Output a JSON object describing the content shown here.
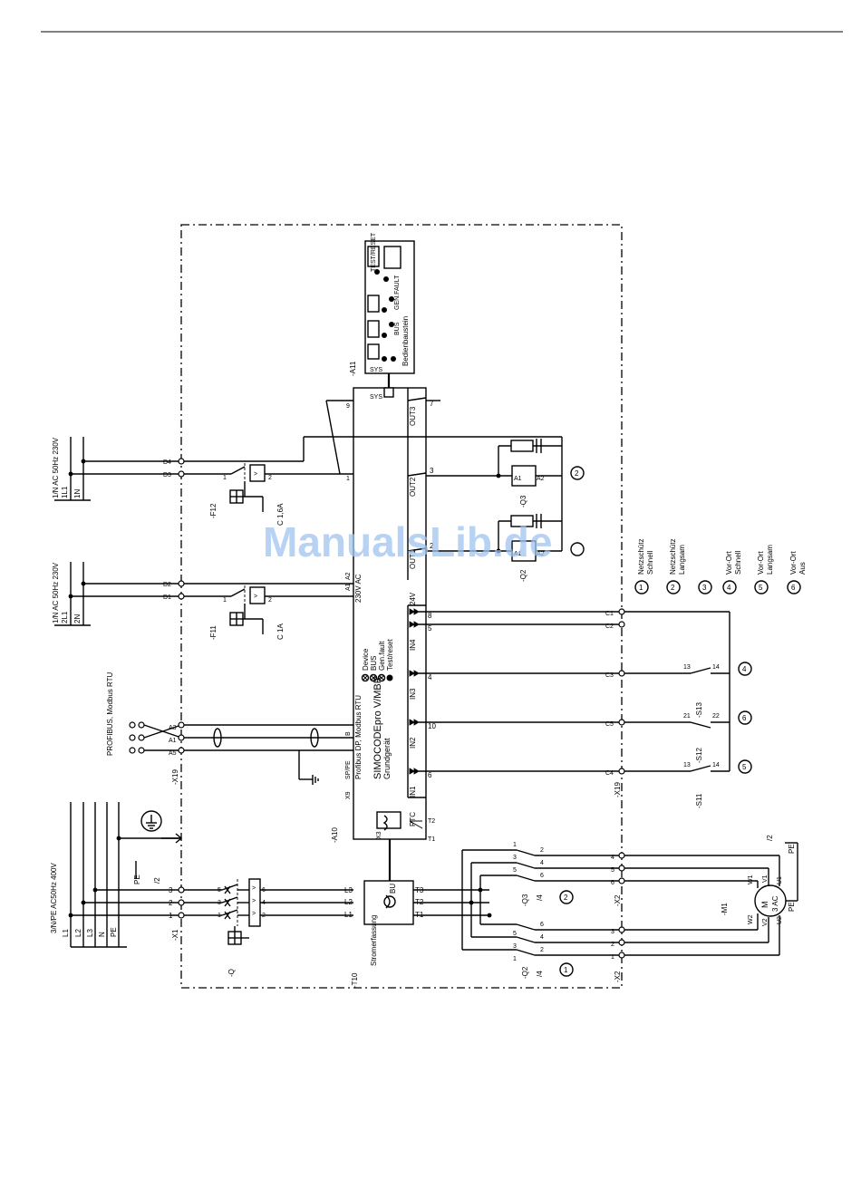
{
  "watermark": "ManualsLib.de",
  "supplies": {
    "main": "3/N/PE AC50Hz 400V",
    "phases": [
      "L1",
      "L2",
      "L3",
      "N",
      "PE"
    ],
    "ctrl1": "1/N AC 50Hz 230V",
    "ctrl1_lines": [
      "2L1",
      "2N"
    ],
    "ctrl2": "1/N AC 50Hz 230V",
    "ctrl2_lines": [
      "1L1",
      "1N"
    ],
    "profibus": "PROFIBUS, Modbus RTU"
  },
  "terminals": {
    "x1": "-X1",
    "x1_nums": [
      "1",
      "2",
      "3"
    ],
    "x19": "-X19",
    "x19_pins": [
      "A5",
      "A1",
      "A3"
    ],
    "d_terms": [
      "D1",
      "D2",
      "D3",
      "D4"
    ],
    "pe_ref": "PE",
    "pe_page": "/2",
    "pe_ref2": "PE",
    "pe_page2": "/2"
  },
  "components": {
    "q": "-Q",
    "q_nums": [
      "1",
      "3",
      "5",
      "2",
      "4",
      "6"
    ],
    "t10": "-T10",
    "t10_name": "Stromerfassung",
    "t10_in": [
      "L1",
      "L2",
      "L3"
    ],
    "t10_out": [
      "T1",
      "T2",
      "T3"
    ],
    "t10_bu": "BU",
    "a10": "-A10",
    "a11": "-A11",
    "f11": "-F11",
    "f11_rating": "C 1A",
    "f12": "-F12",
    "f12_rating": "C 1,6A",
    "q2": "-Q2",
    "q3": "-Q3",
    "q2_coil": [
      "A1",
      "A2"
    ],
    "q3_coil": [
      "A1",
      "A2"
    ],
    "m1": "-M1",
    "m1_symbol": "M",
    "m1_type": "3 AC",
    "m1_terms": [
      "U1",
      "V1",
      "W1",
      "U2",
      "V2",
      "W2"
    ],
    "s11": "-S11",
    "s12": "-S12",
    "s13": "-S13",
    "x2": "-X2",
    "x2_nums": [
      "1",
      "2",
      "3",
      "4",
      "5",
      "6"
    ],
    "x19b": "-X19",
    "q2_page": "/4",
    "q3_page": "/4",
    "contact_nums": [
      "1",
      "2",
      "3",
      "4",
      "5",
      "6"
    ]
  },
  "simocode": {
    "name": "SIMOCODEpro V/MBR",
    "sub": "Grundgerät",
    "bus": "Profibus DP, Modbus RTU",
    "ac": "230V AC",
    "leds": [
      "Device",
      "BUS",
      "Gen.fault",
      "Test/reset"
    ],
    "outputs": [
      "OUT1",
      "OUT2",
      "OUT3"
    ],
    "out_terms": [
      "2",
      "3",
      "7"
    ],
    "inputs": [
      "IN1",
      "IN2",
      "IN3",
      "IN4"
    ],
    "in_terms": [
      "6",
      "10",
      "4",
      "5",
      "8"
    ],
    "v24": "24V",
    "ptc": "PTC",
    "t1": "T1",
    "t2": "T2",
    "sys": "SYS",
    "x3": "X3",
    "x9": "X9",
    "sp": "SP/PE",
    "a1": "A1",
    "a2": "A2",
    "a3": "A3",
    "a5": "A5",
    "t_1": "1",
    "t_9": "9",
    "t_b": "B"
  },
  "panel": {
    "name": "Bedienbaustein",
    "sys": "SYS",
    "bus": "BUS",
    "genfault": "GEN.FAULT",
    "test": "TEST/RESET"
  },
  "c_terms": [
    "C1",
    "C2",
    "C3",
    "C4",
    "C5"
  ],
  "legend": [
    {
      "n": "1",
      "text1": "Netzschütz",
      "text2": "Schnell"
    },
    {
      "n": "2",
      "text1": "Netzschütz",
      "text2": "Langsam"
    },
    {
      "n": "3",
      "text1": "",
      "text2": ""
    },
    {
      "n": "4",
      "text1": "Vor-Ort",
      "text2": "Schnell"
    },
    {
      "n": "5",
      "text1": "Vor-Ort",
      "text2": "Langsam"
    },
    {
      "n": "6",
      "text1": "Vor-Ort",
      "text2": "Aus"
    }
  ],
  "ref_circles": [
    "1",
    "2",
    "4",
    "5",
    "6"
  ],
  "switch_nums": {
    "s11": [
      "13",
      "14"
    ],
    "s12": [
      "21",
      "22"
    ],
    "s13": [
      "13",
      "14"
    ]
  }
}
